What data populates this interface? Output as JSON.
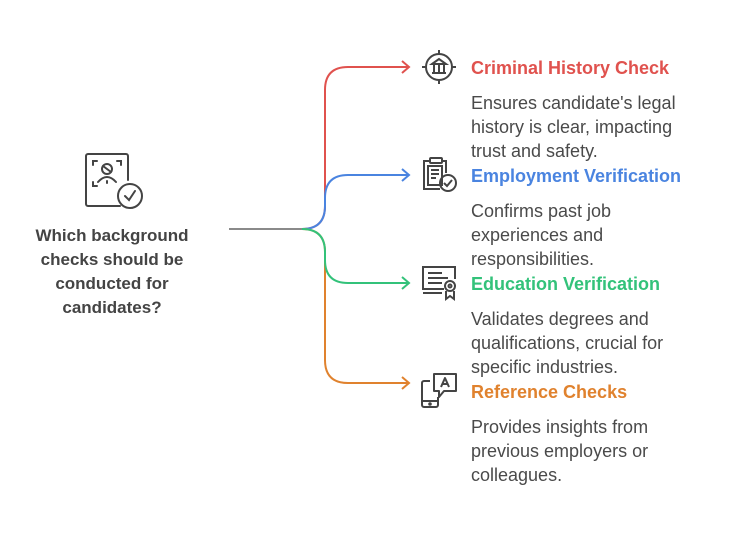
{
  "root": {
    "question": "Which background checks should be conducted for candidates?",
    "icon": "candidate-verification-icon",
    "connector_color": "#8a8a8a"
  },
  "items": [
    {
      "title": "Criminal History Check",
      "description": "Ensures candidate's legal history is clear, impacting trust and safety.",
      "icon": "courthouse-target-icon",
      "color": "#e0524e"
    },
    {
      "title": "Employment Verification",
      "description": "Confirms past job experiences and responsibilities.",
      "icon": "clipboard-check-icon",
      "color": "#4a84e0"
    },
    {
      "title": "Education Verification",
      "description": "Validates degrees and qualifications, crucial for specific industries.",
      "icon": "certificate-icon",
      "color": "#33c27a"
    },
    {
      "title": "Reference Checks",
      "description": "Provides insights from previous employers or colleagues.",
      "icon": "phone-chat-icon",
      "color": "#e0822e"
    }
  ]
}
